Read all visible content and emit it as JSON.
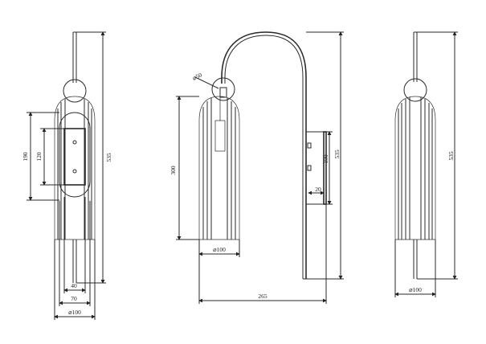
{
  "front_view": {
    "height_total": "535",
    "backplate_height": "190",
    "hole_spacing": "120",
    "plate_width": "40",
    "canopy_width": "70",
    "shade_diameter": "⌀100"
  },
  "side_view": {
    "ball_diameter": "⌀50",
    "shade_height": "300",
    "shade_diameter": "⌀100",
    "projection": "265",
    "backplate_height": "190",
    "height_total": "535",
    "plate_depth": "20"
  },
  "back_view": {
    "height_total": "535",
    "shade_diameter": "⌀100"
  }
}
